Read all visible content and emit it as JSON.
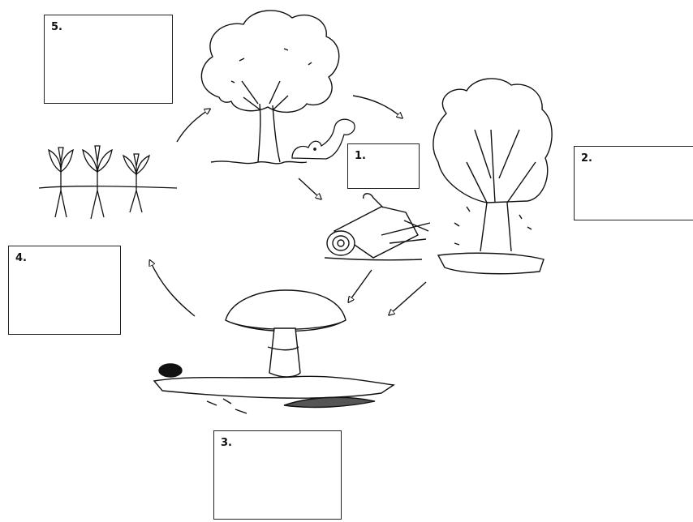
{
  "labels": {
    "box1": "1.",
    "box2": "2.",
    "box3": "3.",
    "box4": "4.",
    "box5": "5."
  },
  "stages": [
    "tree",
    "fallen-log",
    "autumn-tree",
    "mushroom-decomposers",
    "seedlings"
  ],
  "colors": {
    "ink": "#111111",
    "background": "#ffffff"
  }
}
